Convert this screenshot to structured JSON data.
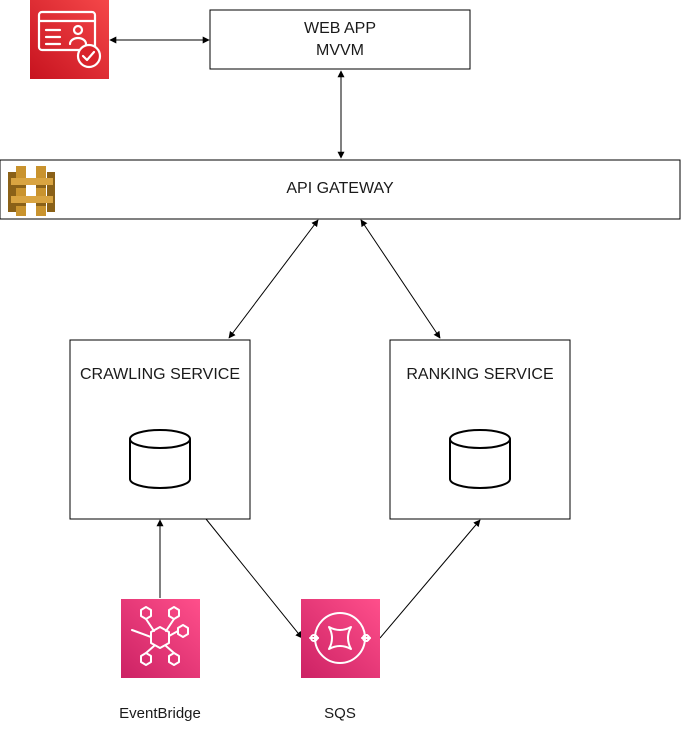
{
  "nodes": {
    "webapp": {
      "line1": "WEB APP",
      "line2": "MVVM"
    },
    "gateway": {
      "label": "API GATEWAY"
    },
    "crawling": {
      "label": "CRAWLING SERVICE"
    },
    "ranking": {
      "label": "RANKING SERVICE"
    }
  },
  "captions": {
    "eventbridge": "EventBridge",
    "sqs": "SQS"
  },
  "icons": {
    "identity": "identity-verification-icon",
    "gateway": "api-gateway-icon",
    "eventbridge": "eventbridge-icon",
    "sqs": "sqs-icon",
    "database": "database-icon"
  },
  "colors": {
    "identity_top": "#f54749",
    "identity_bottom": "#c7131f",
    "pink_top": "#ff4f8b",
    "pink_bottom": "#cc2264",
    "gateway_gold": "#c9932e",
    "gateway_dark": "#8a6118"
  }
}
